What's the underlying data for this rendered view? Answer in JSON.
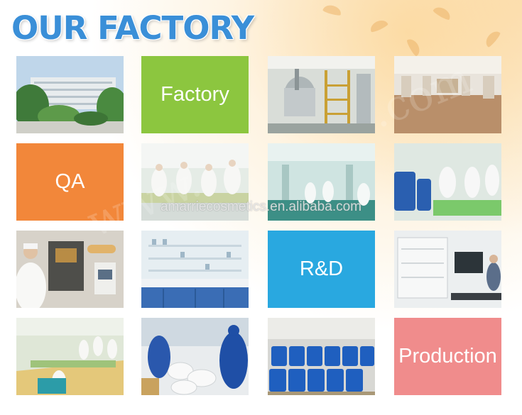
{
  "heading": "OUR FACTORY",
  "tiles": {
    "factory": "Factory",
    "qa": "QA",
    "rd": "R&D",
    "production": "Production"
  },
  "watermark": "amarriecosmetics.en.alibaba.com",
  "colors": {
    "heading": "#3a8fd8",
    "factory_tile": "#8cc63f",
    "qa_tile": "#f2873a",
    "rd_tile": "#29a8e0",
    "production_tile": "#f08c8c"
  }
}
